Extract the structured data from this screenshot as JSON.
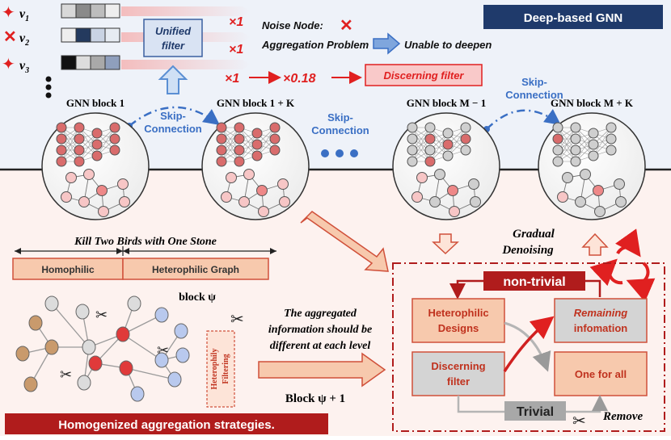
{
  "title_badge": "Deep-based GNN",
  "nodes": {
    "v1": "v",
    "v1_sub": "1",
    "v2": "v",
    "v2_sub": "2",
    "v3": "v",
    "v3_sub": "3"
  },
  "unified_filter": {
    "line1": "Unified",
    "line2": "filter"
  },
  "multipliers": {
    "m1": "×1",
    "m2": "×1",
    "m3": "×1",
    "m4": "×0.18"
  },
  "noise_node_label": "Noise Node:",
  "aggregation_problem": "Aggregation Problem",
  "unable_to_deepen": "Unable to deepen",
  "discerning_filter_top": "Discerning filter",
  "blocks": {
    "b1": "GNN block 1",
    "b2": "GNN block 1 + K",
    "b3": "GNN block M − 1",
    "b4": "GNN block M + K"
  },
  "skip_connection": {
    "line1": "Skip-",
    "line2": "Connection",
    "full": "Skip-Connection"
  },
  "kill_two_birds": "Kill Two Birds with One Stone",
  "homophilic": "Homophilic",
  "heterophilic_graph": "Heterophilic Graph",
  "block_psi": "block ψ",
  "block_psi_plus": "Block ψ + 1",
  "heterophily_filtering": {
    "line1": "Heterophily",
    "line2": "Filtering"
  },
  "aggregated_info": {
    "line1": "The aggregated",
    "line2": "information should be",
    "line3": "different at each level"
  },
  "gradual_denoising": {
    "line1": "Gradual",
    "line2": "Denoising"
  },
  "non_trivial": "non-trivial",
  "trivial": "Trivial",
  "remove": "Remove",
  "heterophilic_designs": {
    "line1": "Heterophilic",
    "line2": "Designs"
  },
  "remaining_info": {
    "line1": "Remaining",
    "line2": "infomation"
  },
  "discerning_filter_box": {
    "line1": "Discerning",
    "line2": "filter"
  },
  "one_for_all": "One for all",
  "homogenized": "Homogenized aggregation strategies.",
  "colors": {
    "top_bg": "#eef2f9",
    "bottom_bg": "#fdf2ef",
    "badge_bg": "#1f3a6b",
    "red": "#e02020",
    "dark_red": "#b01c1c",
    "orange_fill": "#f7c9ad",
    "blue_arrow": "#5b8fd3",
    "skip_blue": "#3a6fc4"
  }
}
